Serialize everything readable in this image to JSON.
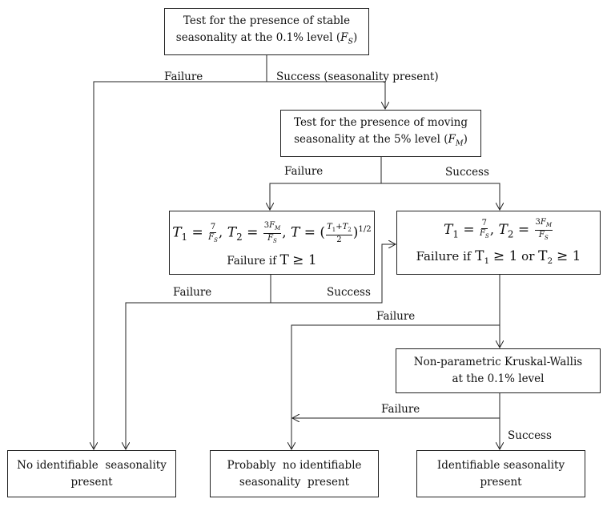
{
  "boxes": {
    "stable": {
      "line1": "Test for the presence of stable",
      "line2": "seasonality at the 0.1% level",
      "var": "F",
      "sub": "S"
    },
    "moving": {
      "line1": "Test for the presence of moving",
      "line2": "seasonality at the 5% level",
      "var": "F",
      "sub": "M"
    },
    "combined_test": {
      "T": "T",
      "one": "1",
      "two": "2",
      "seven": "7",
      "three": "3",
      "F": "F",
      "S": "S",
      "M": "M",
      "eq": "=",
      "comma": ",",
      "plus": "+",
      "half": "1/2",
      "failure_text": "Failure if",
      "ge": "≥ 1"
    },
    "individual_test": {
      "T": "T",
      "one": "1",
      "two": "2",
      "seven": "7",
      "three": "3",
      "F": "F",
      "S": "S",
      "M": "M",
      "eq": "=",
      "comma": ",",
      "failure_text": "Failure if",
      "ge": "≥ 1",
      "or": "or"
    },
    "kruskal": {
      "line1": "Non-parametric Kruskal-Wallis",
      "line2": "at the 0.1% level"
    },
    "none": {
      "line1": "No identifiable  seasonality",
      "line2": "present"
    },
    "probably_none": {
      "line1": "Probably  no identifiable",
      "line2": "seasonality  present"
    },
    "identifiable": {
      "line1": "Identifiable seasonality",
      "line2": "present"
    }
  },
  "edges": {
    "stable_failure": "Failure",
    "stable_success": "Success (seasonality present)",
    "moving_failure": "Failure",
    "moving_success": "Success",
    "combined_failure": "Failure",
    "combined_success": "Success",
    "individual_failure": "Failure",
    "kruskal_failure": "Failure",
    "kruskal_success": "Success"
  }
}
